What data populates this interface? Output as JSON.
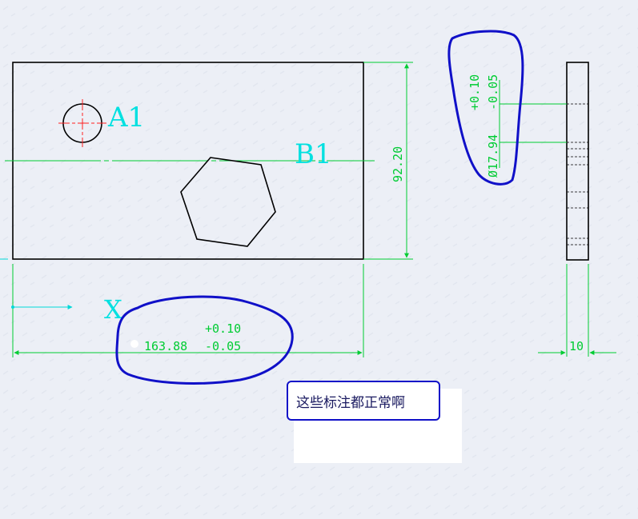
{
  "labels": {
    "hole": "A1",
    "centerline": "B1",
    "axis": "X"
  },
  "dimensions": {
    "height": "92.20",
    "width_value": "163.88",
    "width_tol_upper": "+0.10",
    "width_tol_lower": "-0.05",
    "diameter_value": "Ø17.94",
    "diameter_tol_upper": "+0.10",
    "diameter_tol_lower": "-0.05",
    "thickness": "10"
  },
  "note": {
    "text": "这些标注都正常啊"
  },
  "colors": {
    "geometry": "#000000",
    "dimension": "#00cc33",
    "label": "#00e0e0",
    "centerline_red": "#ff2020",
    "markup_blue": "#1010c8"
  }
}
